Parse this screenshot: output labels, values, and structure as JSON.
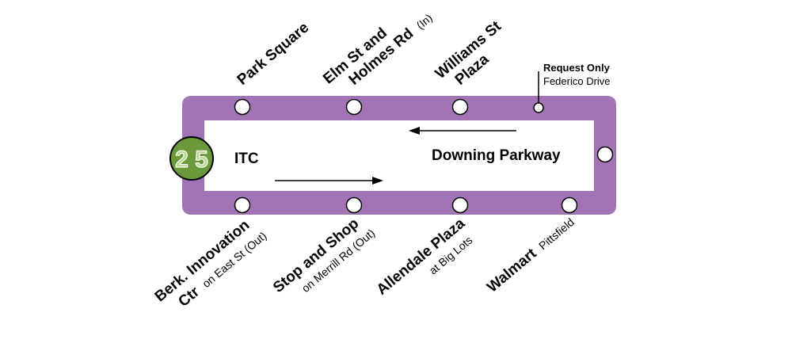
{
  "route": {
    "loop_color": "#a274b5",
    "hub_color": "#6b9a3a",
    "hub": {
      "label": "ITC",
      "logo_text": "2 5"
    },
    "street": {
      "label": "Downing Parkway"
    },
    "stops_top": [
      {
        "name": "Park Square",
        "suffix": ""
      },
      {
        "name_line1": "Elm St and",
        "name_line2": "Holmes Rd",
        "suffix": "(In)"
      },
      {
        "name_line1": "Williams St",
        "name_line2": "Plaza"
      }
    ],
    "request_stop": {
      "header": "Request Only",
      "name": "Federico Drive"
    },
    "stops_bottom": [
      {
        "name_line1": "Berk. Innovation",
        "name_line2": "Ctr",
        "suffix": "on East St (Out)"
      },
      {
        "name": "Stop and Shop",
        "suffix": "on Merrill Rd (Out)"
      },
      {
        "name": "Allendale Plaza",
        "suffix": "at Big Lots"
      },
      {
        "name": "Walmart",
        "suffix": "Pittsfield"
      }
    ]
  }
}
